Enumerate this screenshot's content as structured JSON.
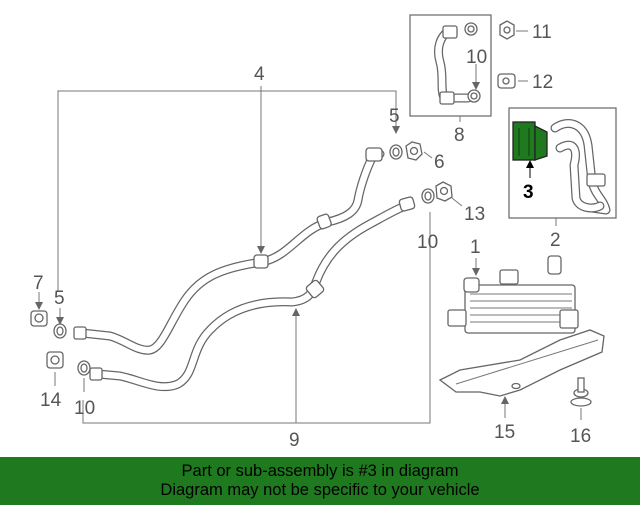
{
  "callouts": {
    "c1": "1",
    "c2": "2",
    "c3": "3",
    "c4": "4",
    "c5a": "5",
    "c5b": "5",
    "c6": "6",
    "c7": "7",
    "c8": "8",
    "c9": "9",
    "c10a": "10",
    "c10b": "10",
    "c10c": "10",
    "c11": "11",
    "c12": "12",
    "c13": "13",
    "c14": "14",
    "c15": "15",
    "c16": "16"
  },
  "highlight": {
    "part_number": "3",
    "color": "#1f7a1f"
  },
  "banner": {
    "line1": "Part or sub-assembly is #3 in diagram",
    "line2": "Diagram may not be specific to your vehicle",
    "background": "#1f7a1f"
  }
}
